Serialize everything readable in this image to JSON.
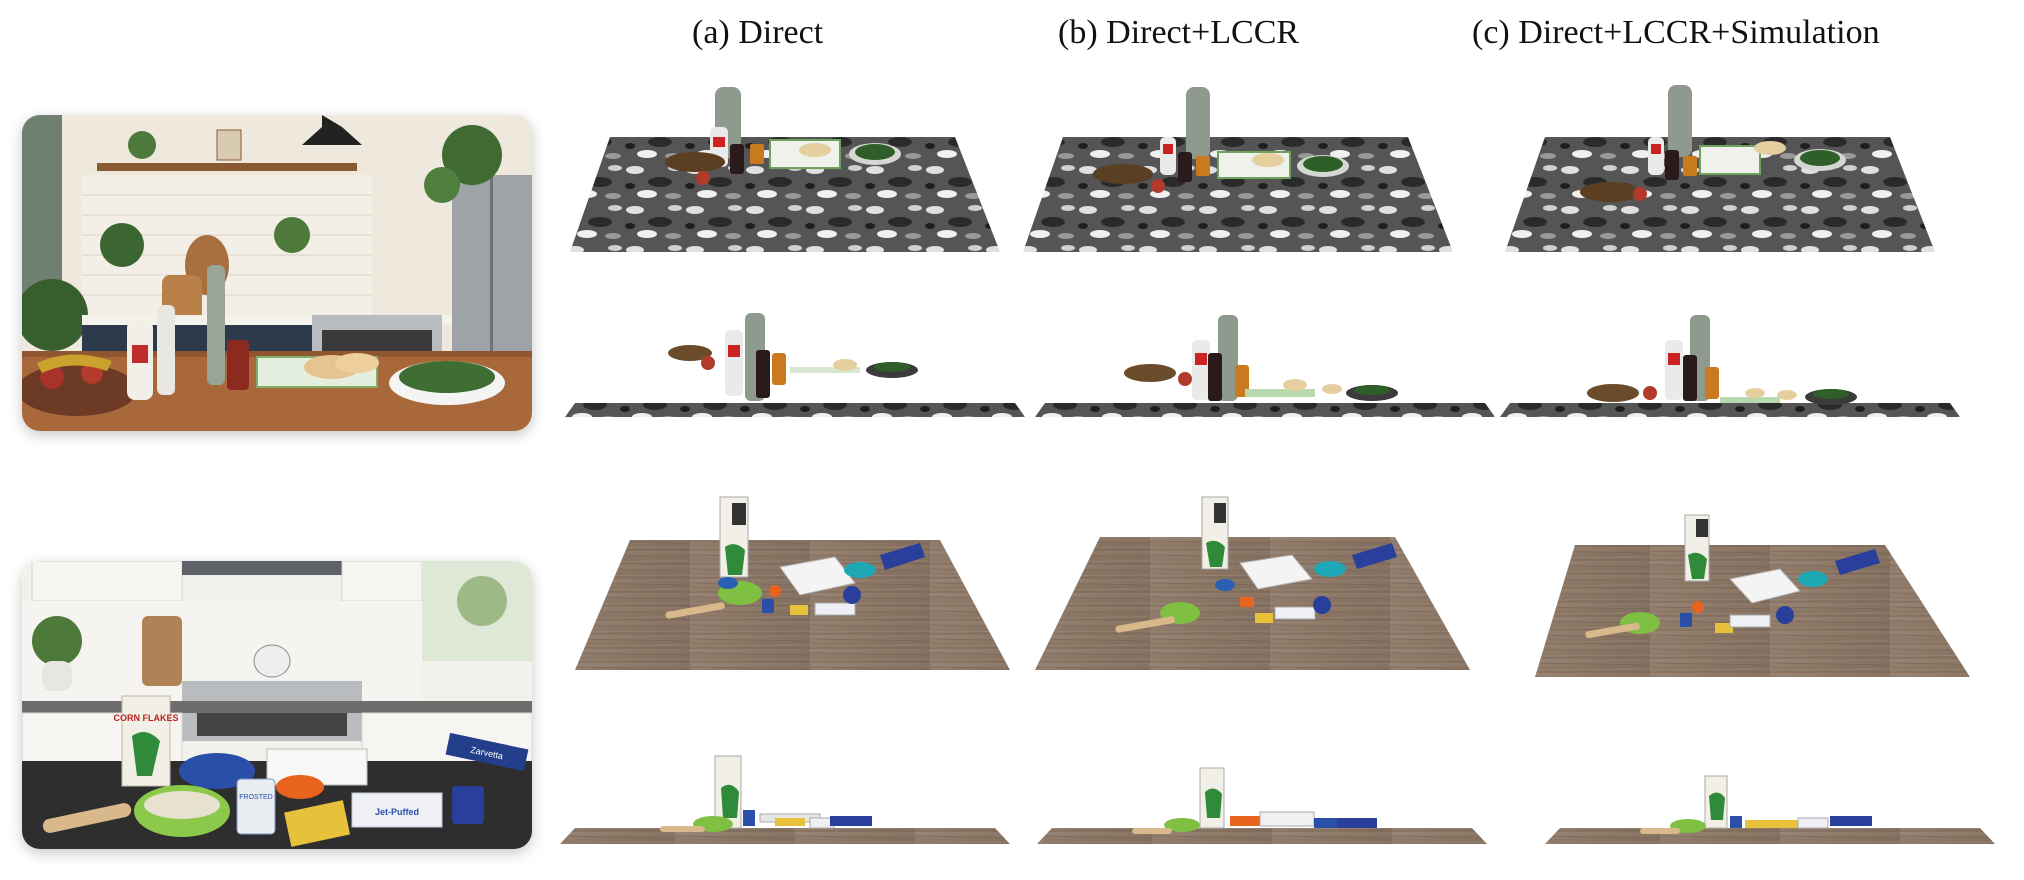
{
  "columns": [
    {
      "key": "direct",
      "label": "(a) Direct"
    },
    {
      "key": "lccr",
      "label": "(b) Direct+LCCR"
    },
    {
      "key": "sim",
      "label": "(c) Direct+LCCR+Simulation"
    }
  ],
  "photos": {
    "kitchen1_box_text": "",
    "kitchen2_cereal_text": "CORN FLAKES",
    "kitchen2_can_text": "FROSTED",
    "kitchen2_wrap_text": "Zarvetta",
    "kitchen2_bag_text": "Jet-Puffed"
  },
  "colors": {
    "granite_dark": "#3d3d3d",
    "granite_light": "#bdbdbd",
    "wood_table": "#8a7766",
    "photo_wood": "#a8683a"
  }
}
